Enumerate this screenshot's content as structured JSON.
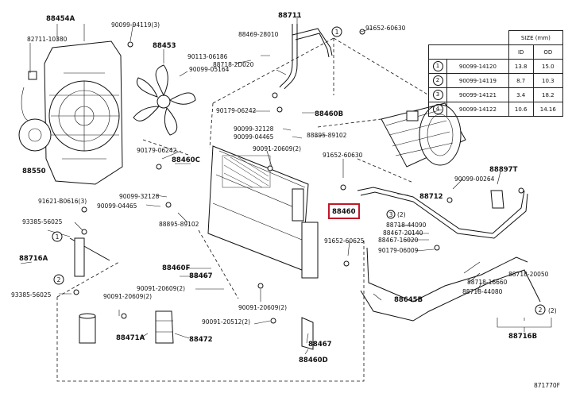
{
  "parts": {
    "p88454A": "88454A",
    "p90099_94119": "90099-94119(3)",
    "p88711": "88711",
    "p91652_60630_top": "91652-60630",
    "p82711_10380": "82711-10380",
    "p88453": "88453",
    "p88469_28010": "88469-28010",
    "p90113_06186": "90113-06186",
    "p88718_2D020": "88718-2D020",
    "p90099_05164": "90099-05164",
    "p90179_06242_a": "90179-06242",
    "p88460B": "88460B",
    "p90099_32128_a": "90099-32128",
    "p90099_04465_a": "90099-04465",
    "p88895_89102_a": "88895-89102",
    "p88550": "88550",
    "p90179_06242_b": "90179-06242",
    "p88460C": "88460C",
    "p90091_20609_a": "90091-20609(2)",
    "p91652_60630_mid": "91652-60630",
    "p88897T": "88897T",
    "p90099_00264": "90099-00264",
    "p90099_32128_b": "90099-32128",
    "p90099_04465_b": "90099-04465",
    "p88895_89102_b": "88895-89102",
    "p91621_B0616": "91621-B0616(3)",
    "p88712": "88712",
    "p88460": "88460",
    "p93385_56025_a": "93385-56025",
    "p88716A": "88716A",
    "p88718_44090": "88718-44090",
    "p88467_20140": "88467-20140",
    "p88467_16020": "88467-16020",
    "p90179_06009": "90179-06009",
    "p91652_60625": "91652-60625",
    "p88460F": "88460F",
    "p88467_a": "88467",
    "p88718_20050": "88718-20050",
    "p88718_16660": "88718-16660",
    "p88718_44080": "88718-44080",
    "p93385_56025_b": "93385-56025",
    "p90091_20609_b": "90091-20609(2)",
    "p90091_20609_c": "90091-20609(2)",
    "p88645B": "88645B",
    "p90091_20609_d": "90091-20609(2)",
    "p88471A": "88471A",
    "p88472": "88472",
    "p90091_20512": "90091-20512(2)",
    "p88467_b": "88467",
    "p88460D": "88460D",
    "p88716B": "88716B",
    "p3_2": "(2)",
    "p2_2": "(2)",
    "n1": "1",
    "n2": "2",
    "n3": "3"
  },
  "size_table": {
    "title": "SIZE (mm)",
    "col_id": "ID",
    "col_od": "OD",
    "rows": [
      {
        "n": "1",
        "part": "90099-14120",
        "id": "13.8",
        "od": "15.0"
      },
      {
        "n": "2",
        "part": "90099-14119",
        "id": "8.7",
        "od": "10.3"
      },
      {
        "n": "3",
        "part": "90099-14121",
        "id": "3.4",
        "od": "18.2"
      },
      {
        "n": "4",
        "part": "90099-14122",
        "id": "10.6",
        "od": "14.16"
      }
    ]
  },
  "figure_code": "871770F",
  "colors": {
    "highlight_box": "#c0182a",
    "line": "#111111"
  }
}
